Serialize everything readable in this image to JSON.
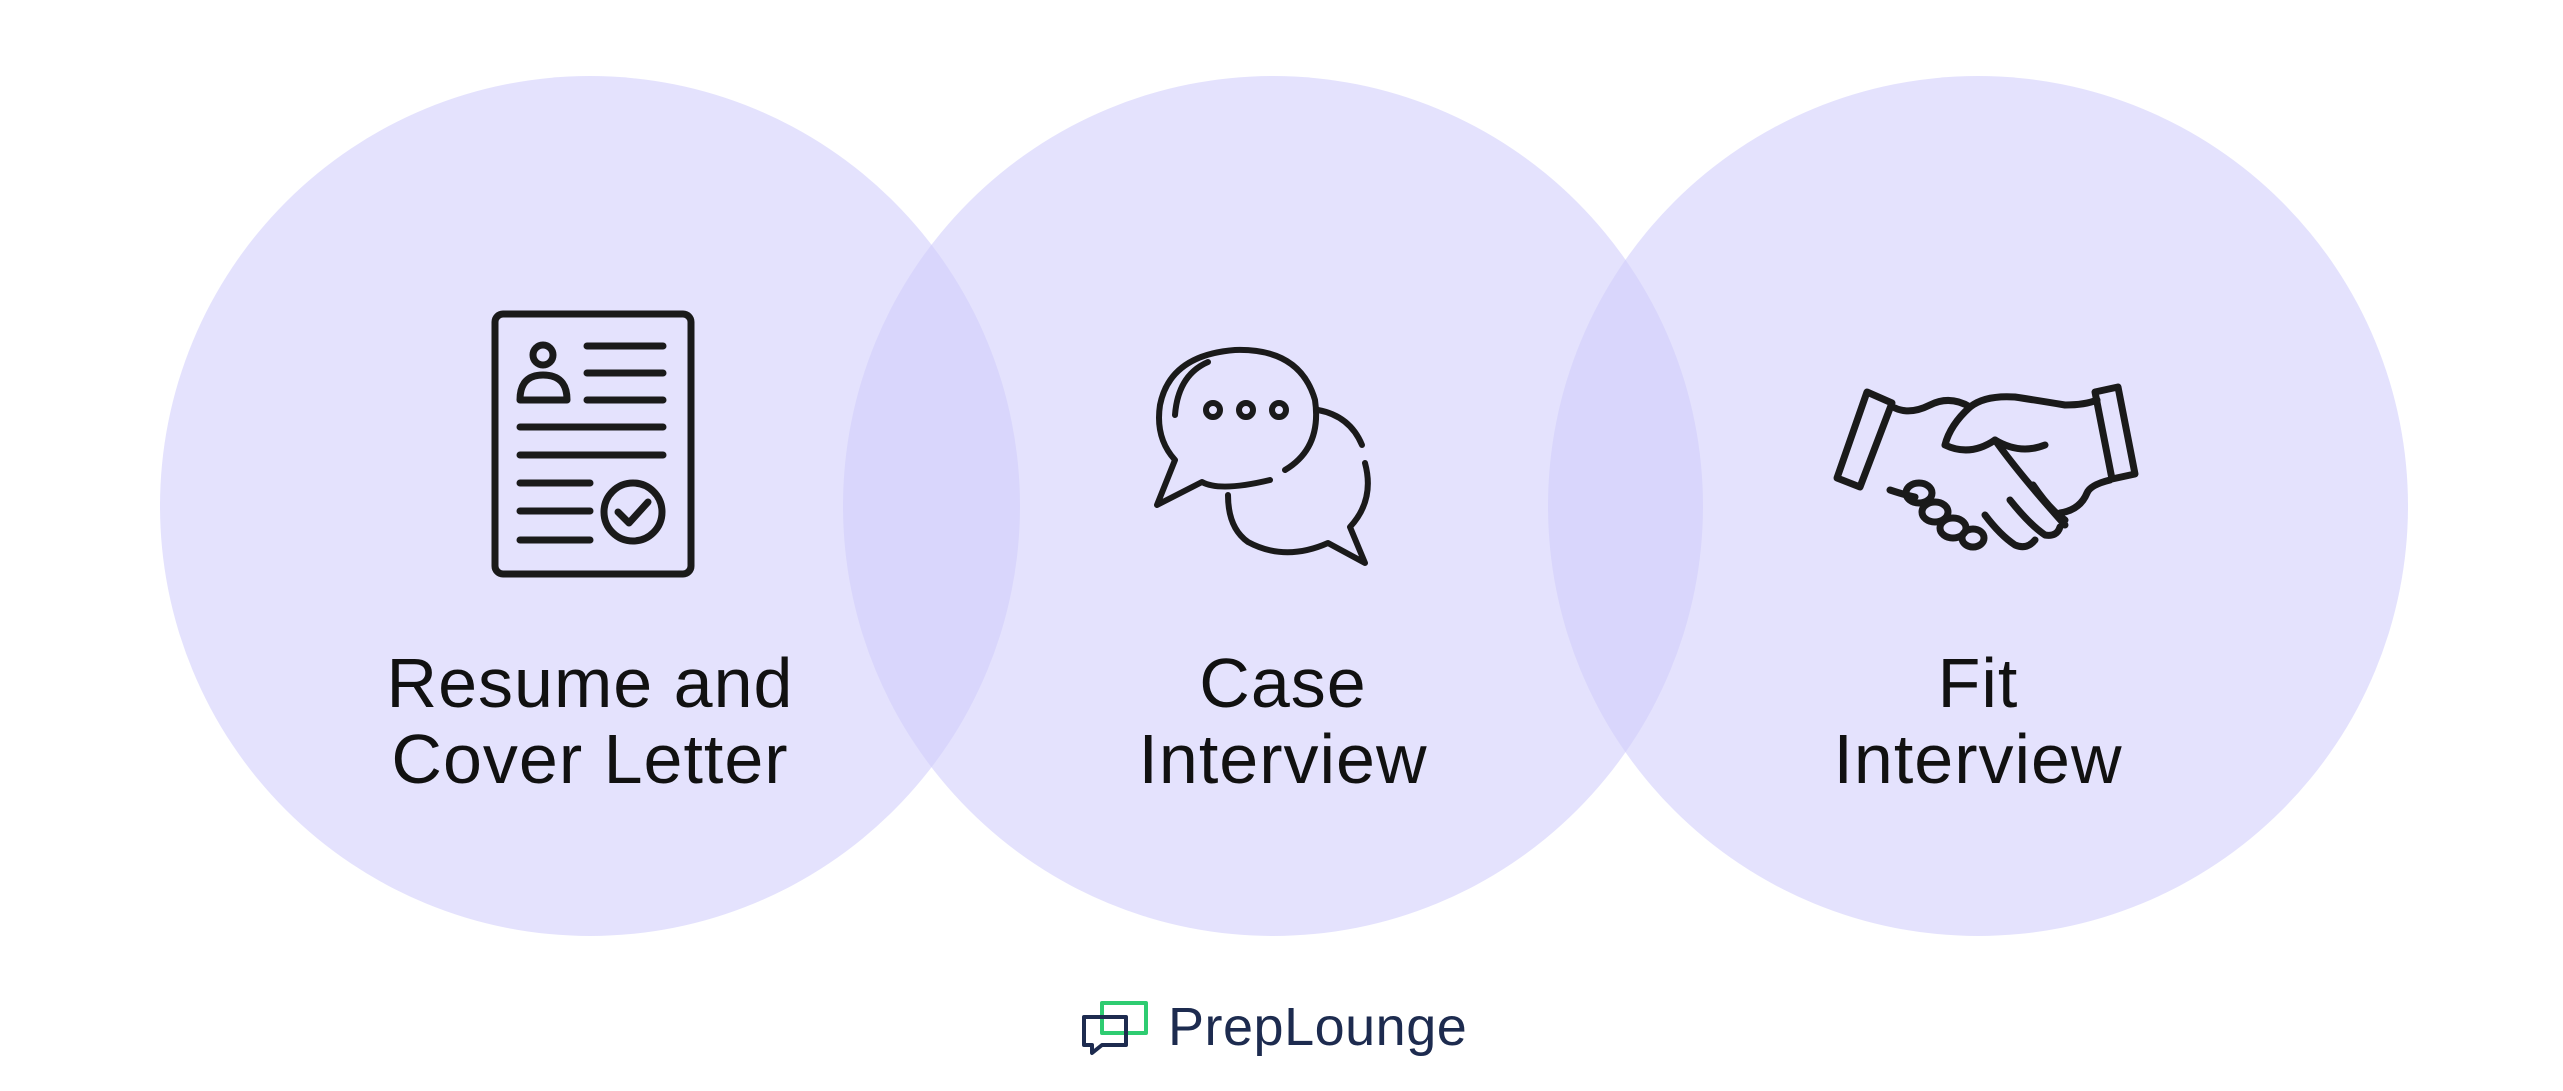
{
  "colors": {
    "circle_fill": "#d2cefc",
    "icon_stroke": "#1a1a1a",
    "brand_navy": "#1d2b4f",
    "brand_green": "#2ecc71"
  },
  "stages": [
    {
      "icon": "resume-document-icon",
      "line1": "Resume and",
      "line2": "Cover Letter"
    },
    {
      "icon": "chat-bubbles-icon",
      "line1": "Case",
      "line2": "Interview"
    },
    {
      "icon": "handshake-icon",
      "line1": "Fit",
      "line2": "Interview"
    }
  ],
  "brand": {
    "icon": "chat-logo-icon",
    "name": "PrepLounge"
  }
}
